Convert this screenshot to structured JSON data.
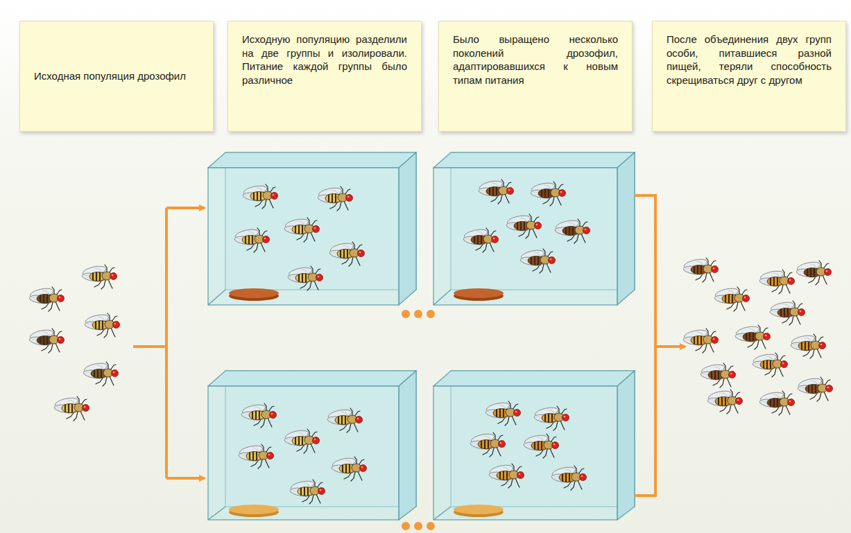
{
  "diagram": {
    "nodes": [
      {
        "text": [
          "Исходная популяция дрозофил"
        ]
      },
      {
        "text": [
          "Исходную популяцию разделили на две группы и изолировали. Питание каждой группы было различное"
        ]
      },
      {
        "text": [
          "Было выращено несколько поколений дрозофил, адаптировавшихся к новым типам питания"
        ]
      },
      {
        "text": [
          "После объединения двух групп особи, питавшиеся разной пищей, теряли способность скрещиваться друг с другом"
        ]
      }
    ]
  }
}
